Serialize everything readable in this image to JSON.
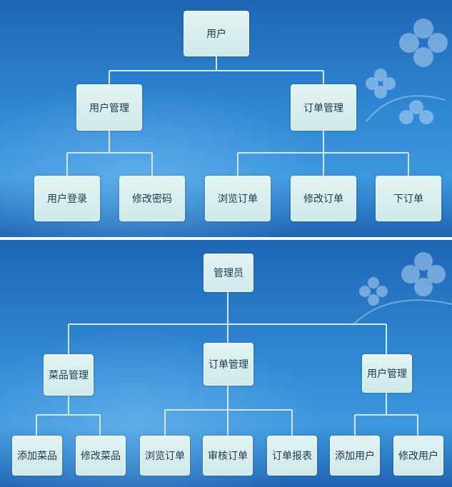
{
  "top_chart": {
    "root": "用户",
    "branches": [
      {
        "label": "用户管理",
        "children": [
          "用户登录",
          "修改密码"
        ]
      },
      {
        "label": "订单管理",
        "children": [
          "浏览订单",
          "修改订单",
          "下订单"
        ]
      }
    ]
  },
  "bottom_chart": {
    "root": "管理员",
    "branches": [
      {
        "label": "菜品管理",
        "children": [
          "添加菜品",
          "修改菜品"
        ]
      },
      {
        "label": "订单管理",
        "children": [
          "浏览订单",
          "审核订单",
          "订单报表"
        ]
      },
      {
        "label": "用户管理",
        "children": [
          "添加用户",
          "修改用户"
        ]
      }
    ]
  },
  "colors": {
    "node_fill": "#d8eeee",
    "connector": "#cfe3ef",
    "background": "#2f86d2"
  }
}
